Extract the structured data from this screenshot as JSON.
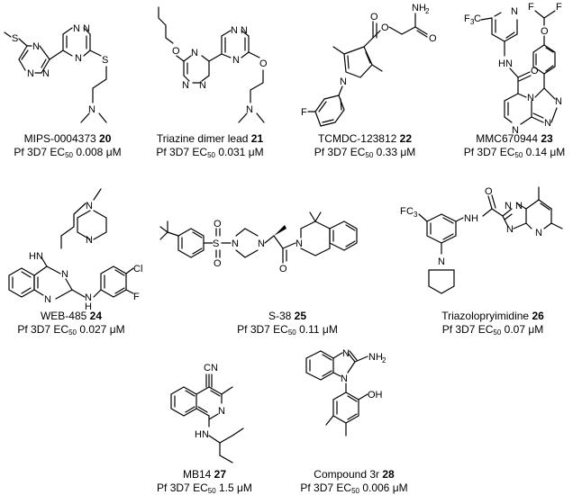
{
  "compounds": [
    {
      "name": "MIPS-0004373",
      "number": "20",
      "assay": "Pf 3D7 EC",
      "sub": "50",
      "value": "0.008 μM"
    },
    {
      "name": "Triazine dimer lead",
      "number": "21",
      "assay": "Pf 3D7 EC",
      "sub": "50",
      "value": "0.031 μM"
    },
    {
      "name": "TCMDC-123812",
      "number": "22",
      "assay": "Pf 3D7 EC",
      "sub": "50",
      "value": "0.33 μM"
    },
    {
      "name": "MMC670944",
      "number": "23",
      "assay": "Pf 3D7 EC",
      "sub": "50",
      "value": "0.14 μM"
    },
    {
      "name": "WEB-485",
      "number": "24",
      "assay": "Pf 3D7 EC",
      "sub": "50",
      "value": "0.027 μM"
    },
    {
      "name": "S-38",
      "number": "25",
      "assay": "Pf 3D7 EC",
      "sub": "50",
      "value": "0.11 μM"
    },
    {
      "name": "Triazolopryimidine",
      "number": "26",
      "assay": "Pf 3D7 EC",
      "sub": "50",
      "value": "0.07 μM"
    },
    {
      "name": "MB14",
      "number": "27",
      "assay": "Pf 3D7 EC",
      "sub": "50",
      "value": "1.5 μM"
    },
    {
      "name": "Compound 3r",
      "number": "28",
      "assay": "Pf 3D7 EC",
      "sub": "50",
      "value": "0.006 μM"
    }
  ],
  "atoms": {
    "S": "S",
    "N": "N",
    "O": "O",
    "F": "F",
    "Cl": "Cl",
    "H": "H",
    "NH2": "NH",
    "NH2_sub": "2",
    "CN": "CN",
    "OH": "OH",
    "HN": "HN",
    "NH": "NH",
    "CF3": "F",
    "CF3_mid": "C",
    "CF3_sub": "3"
  }
}
